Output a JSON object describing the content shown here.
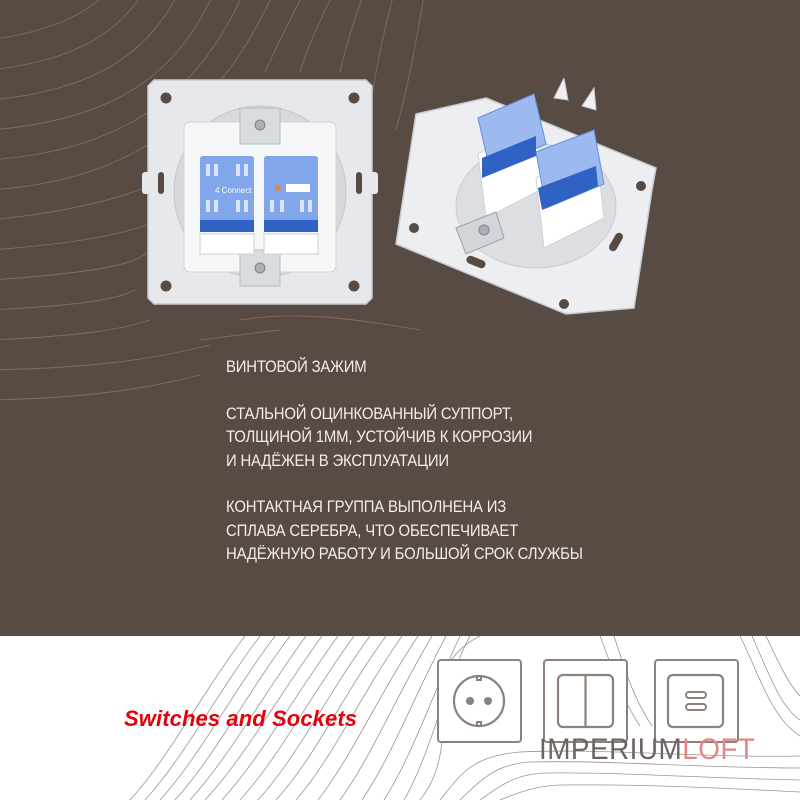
{
  "colors": {
    "panel_bg": "#584b44",
    "panel_text": "#f3eeea",
    "tagline": "#e3000f",
    "icon_stroke": "#8c817b",
    "brand_primary": "#6d6461",
    "brand_accent": "#e48686",
    "module_blue": "#2f62c4"
  },
  "products": [
    {
      "name": "double-rj45-socket-mechanism-front",
      "view": "front",
      "module_label": "4 Connect"
    },
    {
      "name": "double-rj45-socket-mechanism-angled",
      "view": "angled"
    }
  ],
  "features": [
    {
      "lines": [
        "Винтовой зажим"
      ]
    },
    {
      "lines": [
        "Стальной оцинкованный суппорт,",
        "толщиной 1мм, устойчив к коррозии",
        "и надёжен в эксплуатации"
      ]
    },
    {
      "lines": [
        "Контактная группа выполнена из",
        "сплава серебра, что обеспечивает",
        "надёжную работу и большой срок службы"
      ]
    }
  ],
  "footer": {
    "tagline": "Switches and Sockets",
    "icons": [
      "socket-icon",
      "double-switch-icon",
      "usb-charger-icon"
    ],
    "brand": {
      "part1": "IMPERIUM",
      "part2": "LOFT"
    }
  }
}
